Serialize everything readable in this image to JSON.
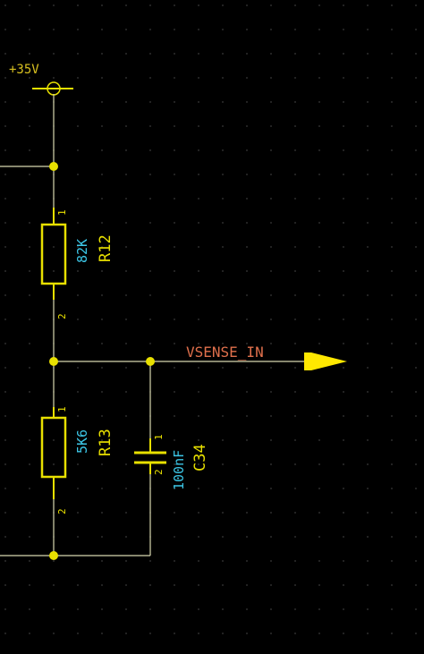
{
  "power_label": "+35V",
  "net_label": "VSENSE_IN",
  "r12": {
    "ref": "R12",
    "value": "82K",
    "pin1": "1",
    "pin2": "2"
  },
  "r13": {
    "ref": "R13",
    "value": "5K6",
    "pin1": "1",
    "pin2": "2"
  },
  "c34": {
    "ref": "C34",
    "value": "100nF",
    "pin1": "1",
    "pin2": "2"
  },
  "colors": {
    "background": "#000000",
    "wire": "#d8d8b0",
    "component": "#e8e000",
    "value_text": "#3cc6e6",
    "net_text": "#e0704c",
    "grid_dot": "#3a3a3a"
  }
}
